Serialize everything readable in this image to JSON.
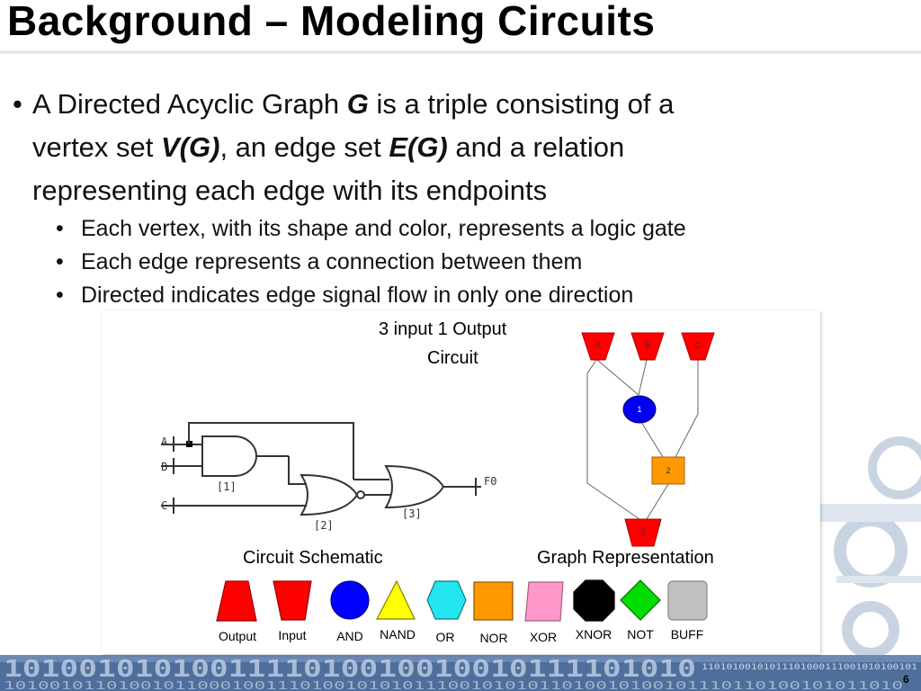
{
  "slide": {
    "title": "Background – Modeling Circuits",
    "page_number": "6"
  },
  "bullets": {
    "main": {
      "line1_a": "A Directed Acyclic Graph ",
      "line1_g": "G",
      "line1_b": " is a triple consisting of a",
      "line2_a": "vertex set ",
      "line2_v": "V(G)",
      "line2_b": ", an edge set ",
      "line2_e": "E(G)",
      "line2_c": " and a relation",
      "line3": "representing each edge with its endpoints"
    },
    "sub": [
      "Each vertex, with its shape and color, represents a logic gate",
      "Each edge represents a connection between them",
      "Directed indicates edge signal flow in only one direction"
    ]
  },
  "figure": {
    "caption_line1": "3 input 1 Output",
    "caption_line2": "Circuit",
    "schematic_label": "Circuit Schematic",
    "graph_label": "Graph Representation",
    "schematic": {
      "inputs": [
        "A",
        "B",
        "C"
      ],
      "output": "F0",
      "gate_labels": [
        "[1]",
        "[2]",
        "[3]"
      ]
    },
    "graph": {
      "nodes": [
        "A",
        "B",
        "C",
        "1",
        "2",
        "3"
      ]
    }
  },
  "legend": [
    {
      "label": "Output",
      "shape": "trapezoid-up",
      "color": "#ff0000"
    },
    {
      "label": "Input",
      "shape": "trapezoid-down",
      "color": "#ff0000"
    },
    {
      "label": "AND",
      "shape": "circle",
      "color": "#0000ff"
    },
    {
      "label": "NAND",
      "shape": "triangle",
      "color": "#ffff00"
    },
    {
      "label": "OR",
      "shape": "hexagon",
      "color": "#22e5f0"
    },
    {
      "label": "NOR",
      "shape": "square",
      "color": "#ff9900"
    },
    {
      "label": "XOR",
      "shape": "parallelogram",
      "color": "#ff99cc"
    },
    {
      "label": "XNOR",
      "shape": "octagon",
      "color": "#000000"
    },
    {
      "label": "NOT",
      "shape": "diamond",
      "color": "#00dd00"
    },
    {
      "label": "BUFF",
      "shape": "rounded-square",
      "color": "#c0c0c0"
    }
  ]
}
